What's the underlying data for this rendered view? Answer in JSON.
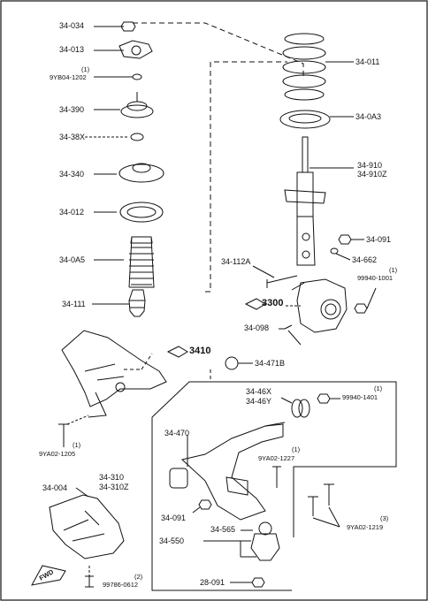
{
  "parts": {
    "p34_034": "34-034",
    "p34_013": "34-013",
    "p9yb04_qty": "(1)",
    "p9yb04": "9YB04-1202",
    "p34_390": "34-390",
    "p34_38x": "34-38X",
    "p34_340": "34-340",
    "p34_012": "34-012",
    "p34_0a5": "34-0A5",
    "p34_111": "34-111",
    "p34_011": "34-011",
    "p34_0a3": "34-0A3",
    "p34_910": "34-910",
    "p34_910z": "34-910Z",
    "p34_091_top": "34-091",
    "p34_662": "34-662",
    "p34_112a": "34-112A",
    "p99940_1001_qty": "(1)",
    "p99940_1001": "99940-1001",
    "p3300": "3300",
    "p34_098": "34-098",
    "p3410": "3410",
    "p34_471b": "34-471B",
    "p34_46x": "34-46X",
    "p34_46y": "34-46Y",
    "p99940_1401_qty": "(1)",
    "p99940_1401": "99940-1401",
    "p34_470": "34-470",
    "p9ya02_1227_qty": "(1)",
    "p9ya02_1227": "9YA02-1227",
    "p9ya02_1205_qty": "(1)",
    "p9ya02_1205": "9YA02-1205",
    "p34_310": "34-310",
    "p34_310z": "34-310Z",
    "p34_004": "34-004",
    "p34_091_low": "34-091",
    "p34_565": "34-565",
    "p34_550": "34-550",
    "p9ya02_1219_qty": "(3)",
    "p9ya02_1219": "9YA02-1219",
    "p99786_qty": "(2)",
    "p99786": "99786-0612",
    "p28_091": "28-091",
    "fwd": "FWD"
  }
}
